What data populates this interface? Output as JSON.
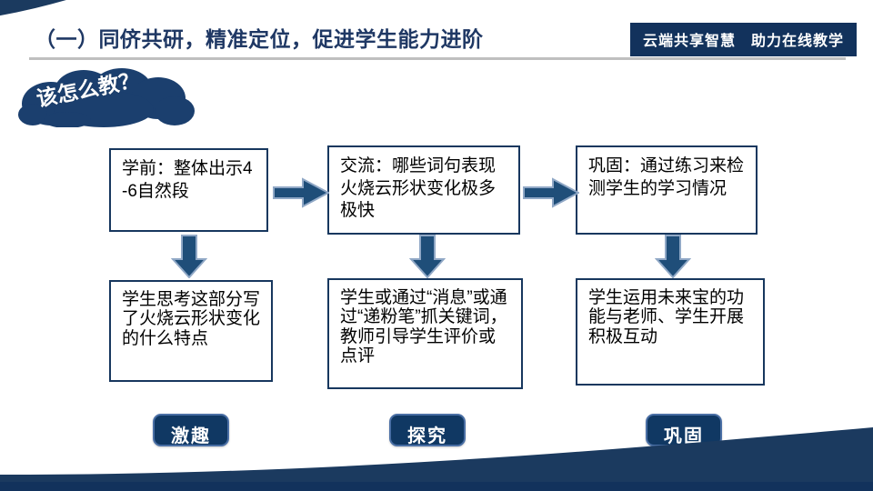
{
  "slide": {
    "title": "（一）同侪共研，精准定位，促进学生能力进阶",
    "header_badge": "云端共享智慧　助力在线教学",
    "cloud_text": "该怎么教？"
  },
  "flow": {
    "row_top": [
      {
        "id": "box-top-1",
        "text": "学前：整体出示4-6自然段"
      },
      {
        "id": "box-top-2",
        "text": "交流：哪些词句表现火烧云形状变化极多极快"
      },
      {
        "id": "box-top-3",
        "text": "巩固：通过练习来检测学生的学习情况"
      }
    ],
    "row_bottom": [
      {
        "id": "box-bot-1",
        "text": "学生思考这部分写了火烧云形状变化的什么特点"
      },
      {
        "id": "box-bot-2",
        "text": "学生或通过“消息”或通过“递粉笔”抓关键词，教师引导学生评价或点评"
      },
      {
        "id": "box-bot-3",
        "text": "学生运用未来宝的功能与老师、学生开展积极互动"
      }
    ],
    "arrows": {
      "horizontal": [
        "arrow-right-icon",
        "arrow-right-icon"
      ],
      "vertical": [
        "arrow-down-icon",
        "arrow-down-icon",
        "arrow-down-icon"
      ]
    }
  },
  "stage_labels": [
    {
      "label": "激趣"
    },
    {
      "label": "探究"
    },
    {
      "label": "巩固"
    }
  ],
  "colors": {
    "navy_dark": "#12325c",
    "navy_title": "#1f3864",
    "navy_border": "#17375e",
    "arrow_fill": "#1f4e79",
    "arrow_edge": "#8fa8c8",
    "rule_grey": "#bfbfbf",
    "pill_bg": "#103863",
    "pill_border": "#4a6fa5",
    "cloud_fill": "#1b3f6e"
  }
}
